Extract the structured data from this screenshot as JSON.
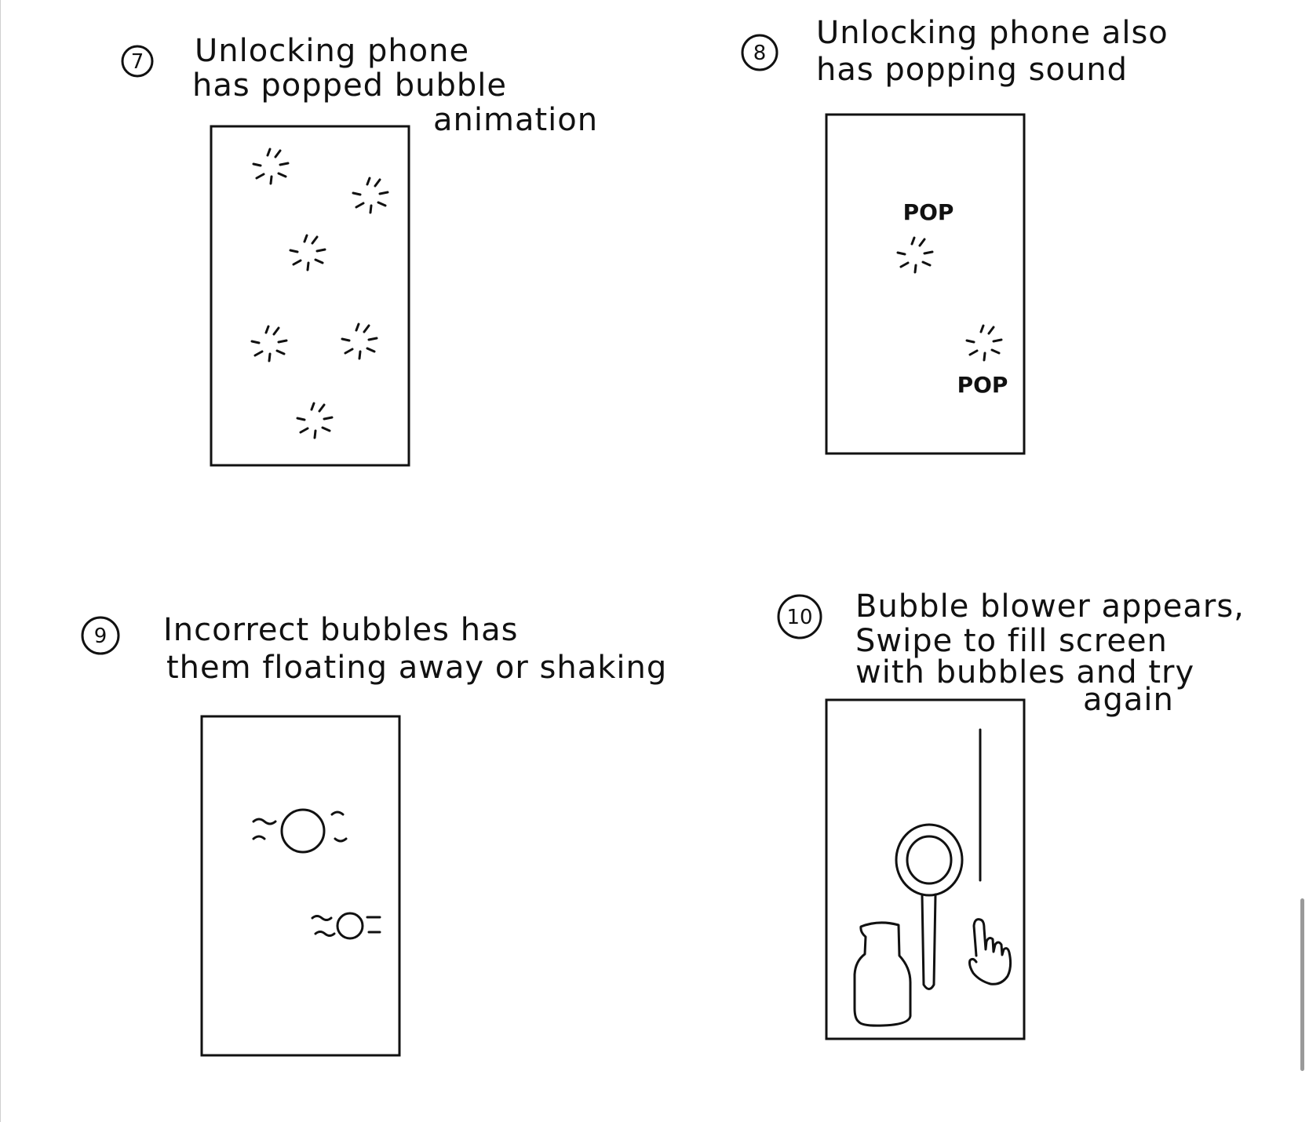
{
  "steps": [
    {
      "number": "7",
      "lines": [
        "Unlocking phone",
        "has popped bubble",
        "animation"
      ]
    },
    {
      "number": "8",
      "lines": [
        "Unlocking phone also",
        "has popping sound"
      ],
      "sound_labels": [
        "POP",
        "POP"
      ]
    },
    {
      "number": "9",
      "lines": [
        "Incorrect bubbles has",
        "them floating away or shaking"
      ]
    },
    {
      "number": "10",
      "lines": [
        "Bubble blower appears,",
        "Swipe to fill screen",
        "with bubbles and try",
        "again"
      ]
    }
  ],
  "icons": {
    "popped_bubble": "burst-icon",
    "shaking_bubble": "shaking-bubble-icon",
    "bubble_wand": "bubble-wand-icon",
    "soap_bottle": "soap-bottle-icon",
    "swipe_hand": "pointing-hand-icon"
  },
  "colors": {
    "ink": "#111111",
    "paper": "#ffffff"
  }
}
